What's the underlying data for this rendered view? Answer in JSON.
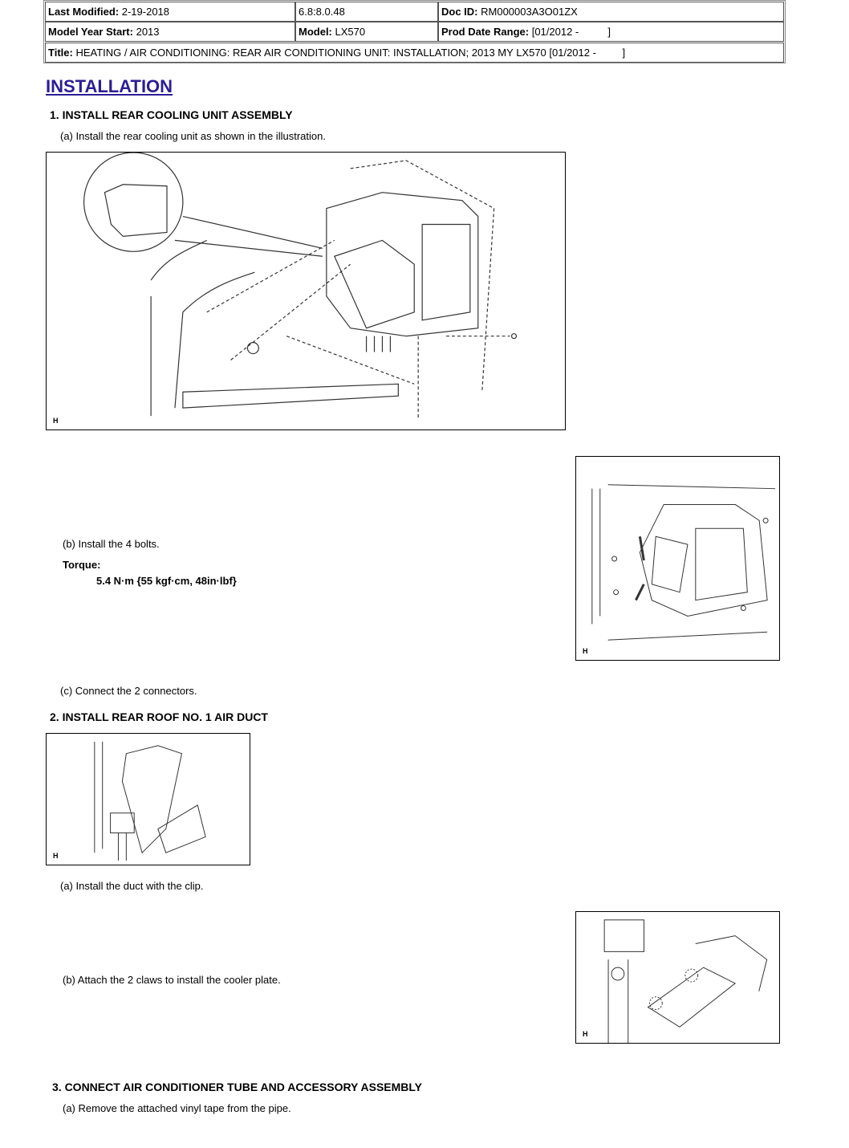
{
  "header": {
    "last_modified_label": "Last Modified:",
    "last_modified": "2-19-2018",
    "version": "6.8:8.0.48",
    "doc_id_label": "Doc ID:",
    "doc_id": "RM000003A3O01ZX",
    "model_year_label": "Model Year Start:",
    "model_year": "2013",
    "model_label": "Model:",
    "model": "LX570",
    "prod_range_label": "Prod Date Range:",
    "prod_range": "[01/2012 -          ]",
    "title_label": "Title:",
    "title": "HEATING / AIR CONDITIONING: REAR AIR CONDITIONING UNIT: INSTALLATION; 2013 MY LX570 [01/2012 -         ]"
  },
  "heading": "INSTALLATION",
  "steps": [
    {
      "title": "1. INSTALL REAR COOLING UNIT ASSEMBLY",
      "a": "(a) Install the rear cooling unit as shown in the illustration.",
      "b": "(b) Install the 4 bolts.",
      "torque_label": "Torque:",
      "torque_value": "5.4 N·m {55 kgf·cm, 48in·lbf}",
      "c": "(c) Connect the 2 connectors."
    },
    {
      "title": "2. INSTALL REAR ROOF NO. 1 AIR DUCT",
      "a": "(a) Install the duct with the clip.",
      "b": "(b) Attach the 2 claws to install the cooler plate."
    },
    {
      "title": "3. CONNECT AIR CONDITIONER TUBE AND ACCESSORY ASSEMBLY",
      "a": "(a) Remove the attached vinyl tape from the pipe."
    }
  ],
  "figure_mark": "H"
}
